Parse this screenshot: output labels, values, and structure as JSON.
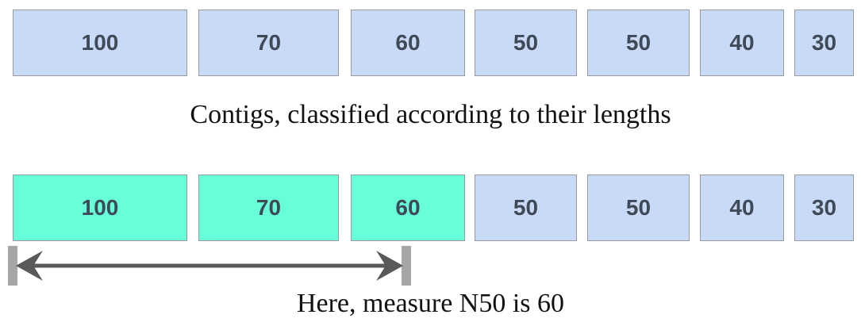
{
  "contigs_row": {
    "values": [
      "100",
      "70",
      "60",
      "50",
      "50",
      "40",
      "30"
    ],
    "fill_color": "#c9daf8"
  },
  "caption_top": "Contigs, classified according to their lengths",
  "n50_row": {
    "values": [
      "100",
      "70",
      "60",
      "50",
      "50",
      "40",
      "30"
    ],
    "highlighted_count": 3,
    "highlight_color": "#66ffd9",
    "fill_color": "#c9daf8"
  },
  "caption_bottom": "Here, measure N50 is 60"
}
